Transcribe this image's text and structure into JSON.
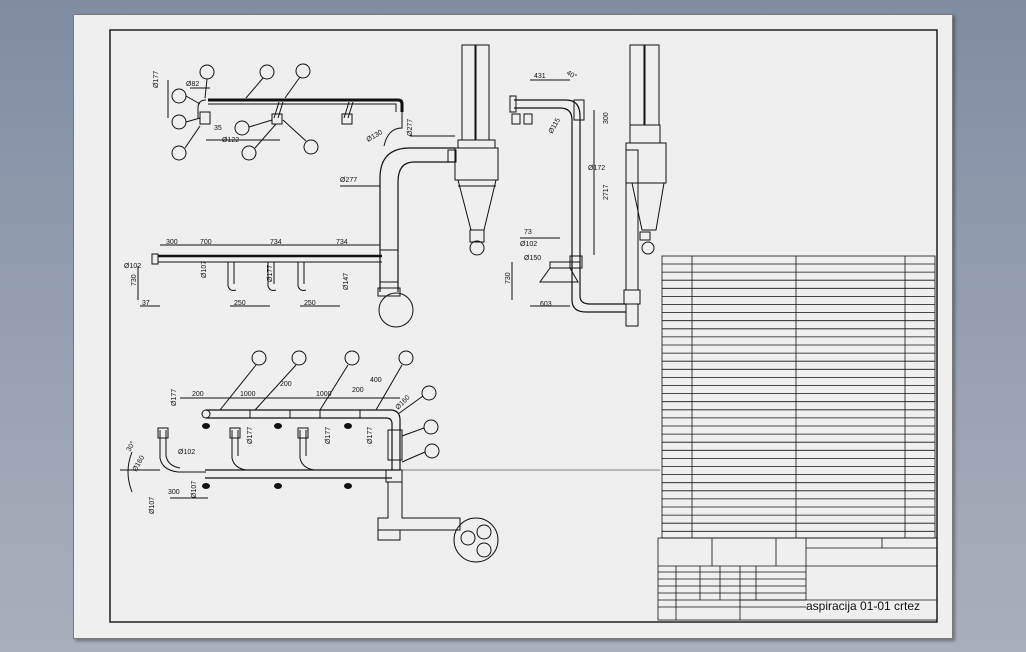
{
  "title_block": {
    "drawing_name": "aspiracija 01-01 crtez"
  },
  "dimensions": {
    "top_left": [
      "Ø177",
      "Ø82",
      "Ø122",
      "35",
      "Ø130",
      "Ø277",
      "Ø277"
    ],
    "top_mid": [
      "300",
      "700",
      "734",
      "734",
      "Ø102",
      "Ø107",
      "Ø177",
      "Ø147",
      "730",
      "37",
      "250",
      "250"
    ],
    "top_right": [
      "431",
      "40°",
      "300",
      "Ø172",
      "Ø115",
      "2717",
      "73",
      "Ø102",
      "Ø150",
      "730",
      "603"
    ],
    "bottom": [
      "200",
      "1000",
      "200",
      "1000",
      "200",
      "400",
      "Ø177",
      "Ø160",
      "Ø177",
      "Ø177",
      "Ø177",
      "Ø102",
      "30°",
      "Ø160",
      "300",
      "Ø107",
      "Ø107"
    ]
  },
  "colors": {
    "line": "#111111",
    "paper": "#efefef",
    "fill": "#ffffff"
  }
}
